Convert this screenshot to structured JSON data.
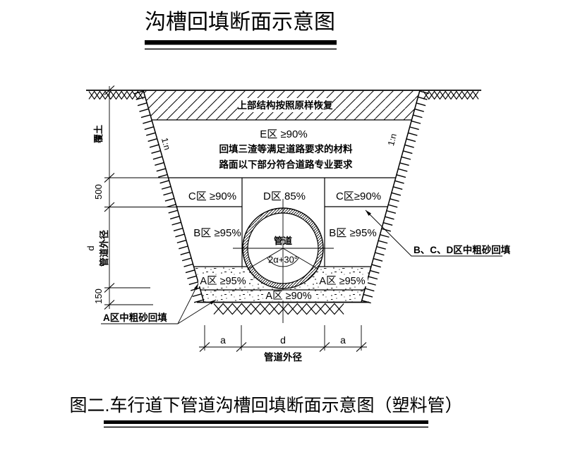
{
  "title": "沟槽回填断面示意图",
  "caption": "图二.车行道下管道沟槽回填断面示意图（塑料管）",
  "diagram": {
    "surface_note": "上部结构按照原样恢复",
    "zones": {
      "e": "E区 ≥90%",
      "e_note1": "回填三渣等满足道路要求的材料",
      "e_note2": "路面以下部分符合道路专业要求",
      "c_left": "C区 ≥90%",
      "d": "D区 85%",
      "c_right": "C区≥90%",
      "b_left": "B区 ≥95%",
      "b_right": "B区 ≥95%",
      "a_left": "A区 ≥95%",
      "a_right": "A区 ≥95%",
      "a_bottom": "A区 ≥90%"
    },
    "pipe": {
      "label": "管道",
      "angle": "2α+30°"
    },
    "slopes": {
      "left": "1:n",
      "right": "1:n"
    },
    "dimensions": {
      "cover": "覆土",
      "d500": "500",
      "d_letter": "d",
      "pipe_od_side": "管道外径",
      "d150": "150",
      "a_left": "a",
      "d_mid": "d",
      "a_right": "a",
      "pipe_od_bottom": "管道外径"
    },
    "leaders": {
      "right": "B、C、D区中粗砂回填",
      "left": "A区中粗砂回填"
    }
  },
  "colors": {
    "line": "#000000",
    "background": "#ffffff"
  }
}
